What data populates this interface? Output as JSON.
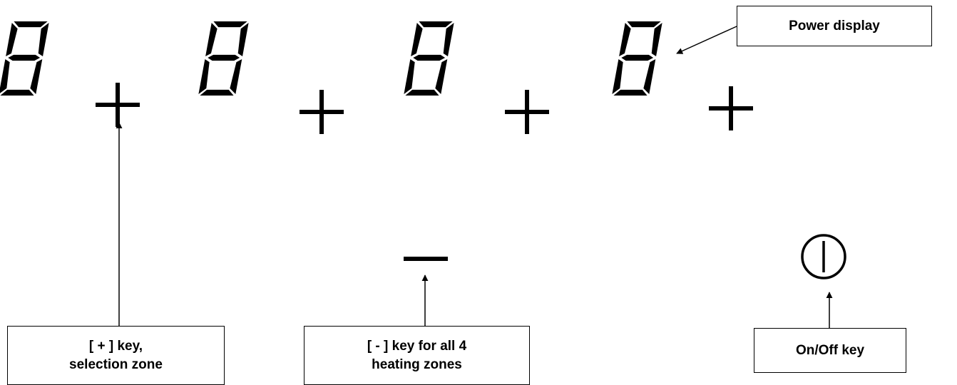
{
  "colors": {
    "ink": "#000000",
    "background": "#ffffff",
    "segment_highlight": "#ffffff"
  },
  "icons": [
    "seven-segment-display-icon",
    "plus-key-icon",
    "minus-key-icon",
    "power-key-icon",
    "arrow-icon"
  ],
  "displays": [
    {
      "digit": "8"
    },
    {
      "digit": "8"
    },
    {
      "digit": "8"
    },
    {
      "digit": "8"
    }
  ],
  "keys": {
    "plus_count": 4,
    "minus_count": 1,
    "on_off_count": 1
  },
  "callouts": {
    "power_display": "Power display",
    "plus_key": {
      "line1": "[ + ] key,",
      "line2": "selection zone"
    },
    "minus_key": {
      "line1": "[ - ] key for all 4",
      "line2": "heating zones"
    },
    "on_off_key": "On/Off key"
  }
}
